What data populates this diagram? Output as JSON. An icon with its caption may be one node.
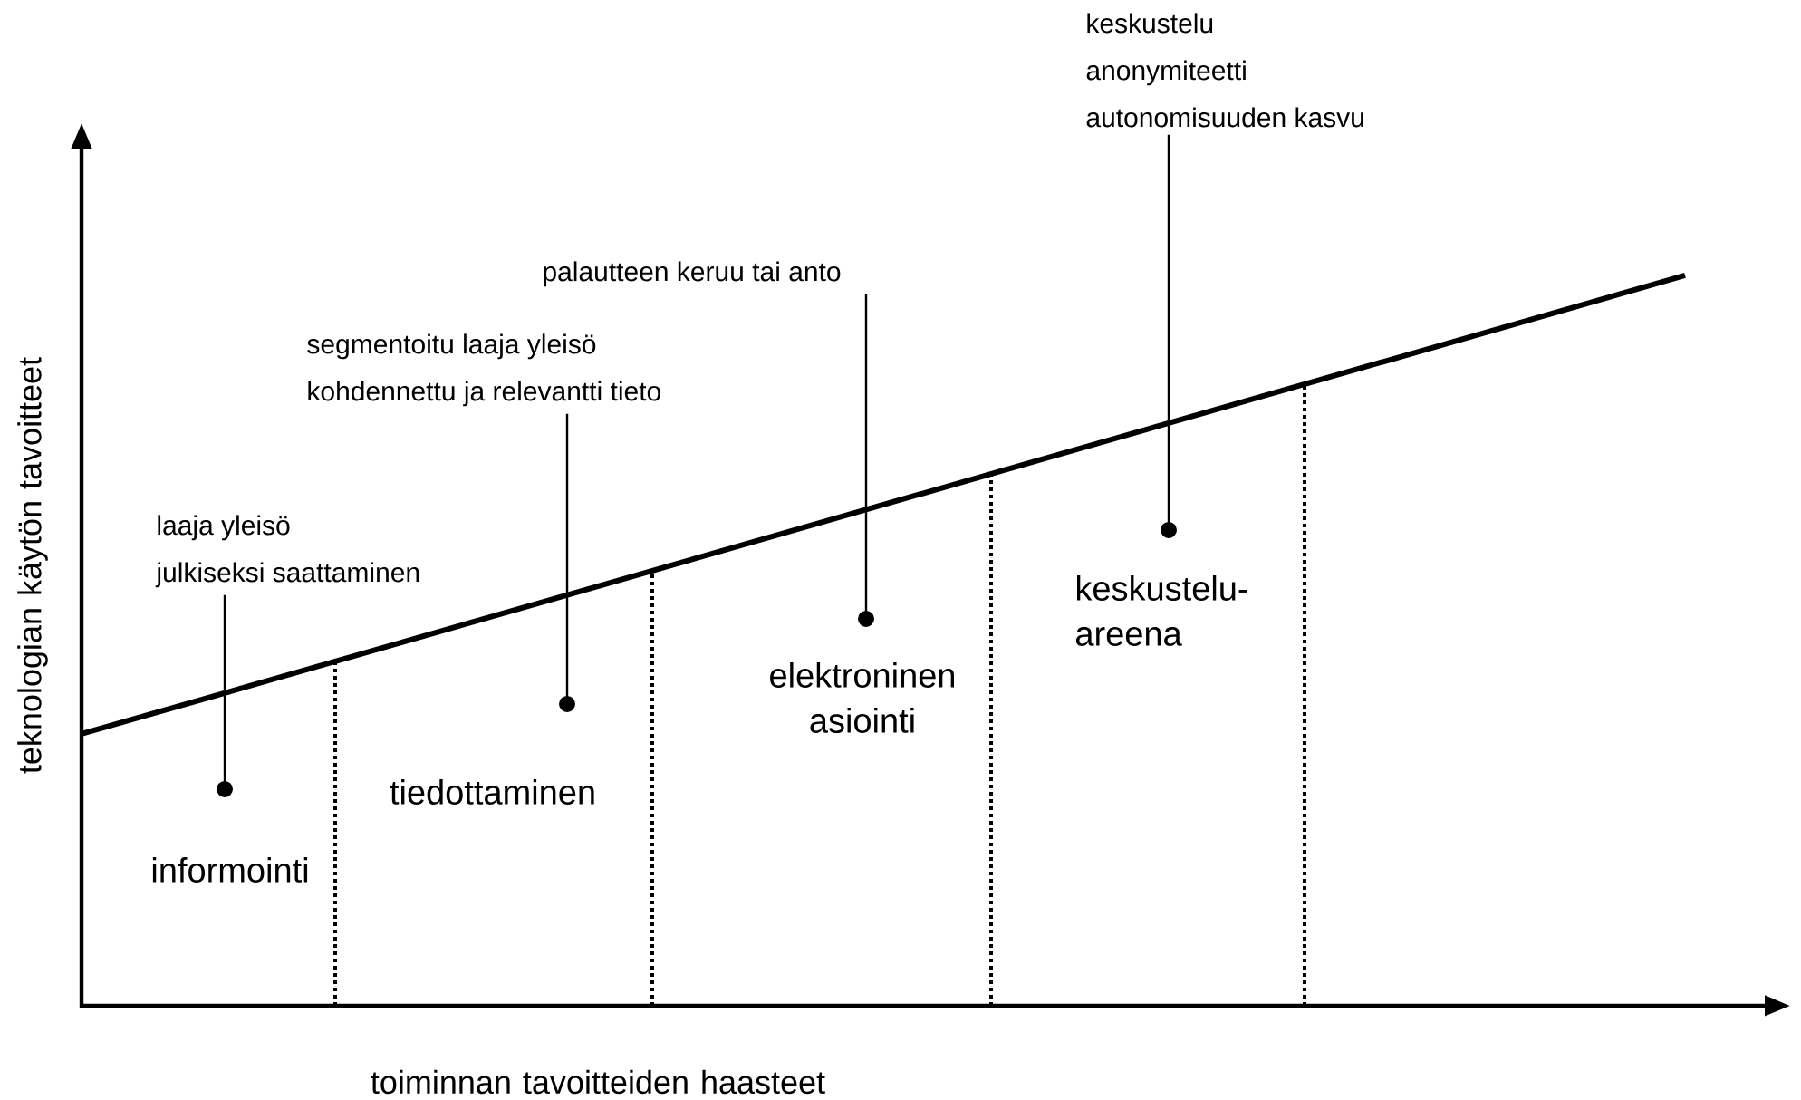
{
  "diagram": {
    "nodes": [
      {
        "text": [
          "laaja yleisö",
          "julkiseksi saattaminen"
        ]
      },
      {
        "text": [
          "segmentoitu laaja yleisö",
          "kohdennettu ja relevantti tieto"
        ]
      },
      {
        "text": [
          "palautteen keruu tai anto"
        ]
      },
      {
        "text": [
          "keskustelu",
          "anonymiteetti",
          "autonomisuuden kasvu"
        ]
      }
    ],
    "edges": [
      {
        "from": 0,
        "to": null,
        "arrow": "other"
      },
      {
        "from": 1,
        "to": null,
        "arrow": "other"
      },
      {
        "from": 2,
        "to": null,
        "arrow": "other"
      },
      {
        "from": 3,
        "to": null,
        "arrow": "other"
      }
    ],
    "labels": [
      "keskustelu-areena",
      "elektroninen asiointi",
      "tiedottaminen",
      "informointi",
      "teknologian käytön tavoitteet",
      "toiminnan tavoitteiden haasteet"
    ]
  }
}
